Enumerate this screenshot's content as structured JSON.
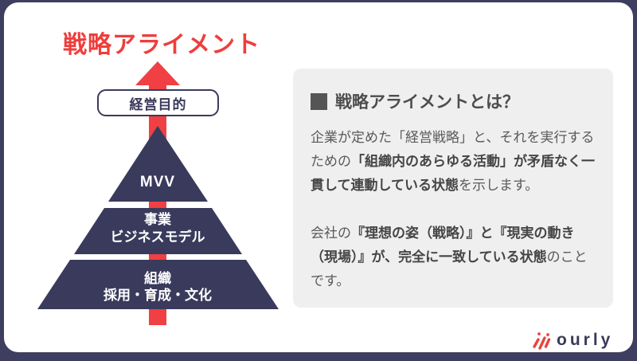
{
  "colors": {
    "accent_red": "#ee3e3c",
    "pyramid_navy": "#3a3a5c",
    "frame_navy": "#3e3e60",
    "panel_bg": "#efeff0",
    "body_text": "#5a5a5a",
    "bold_text": "#454545",
    "logo_navy": "#39395a"
  },
  "diagram": {
    "title": "戦略アライメント",
    "goal_box": "経営目的",
    "pyramid": {
      "level1": "MVV",
      "level2_line1": "事業",
      "level2_line2": "ビジネスモデル",
      "level3_line1": "組織",
      "level3_line2": "採用・育成・文化"
    }
  },
  "panel": {
    "heading": "戦略アライメントとは？",
    "para1": {
      "before": "企業が定めた「経営戦略」と、それを実行するための",
      "bold": "「組織内のあらゆる活動」が矛盾なく一貫して連動している状態",
      "after": "を示します。"
    },
    "para2": {
      "before": "会社の",
      "bold": "『理想の姿（戦略）』と『現実の動き（現場）』が、完全に一致している状態",
      "after": "のことです。"
    }
  },
  "footer": {
    "logo_text": "ourly"
  }
}
